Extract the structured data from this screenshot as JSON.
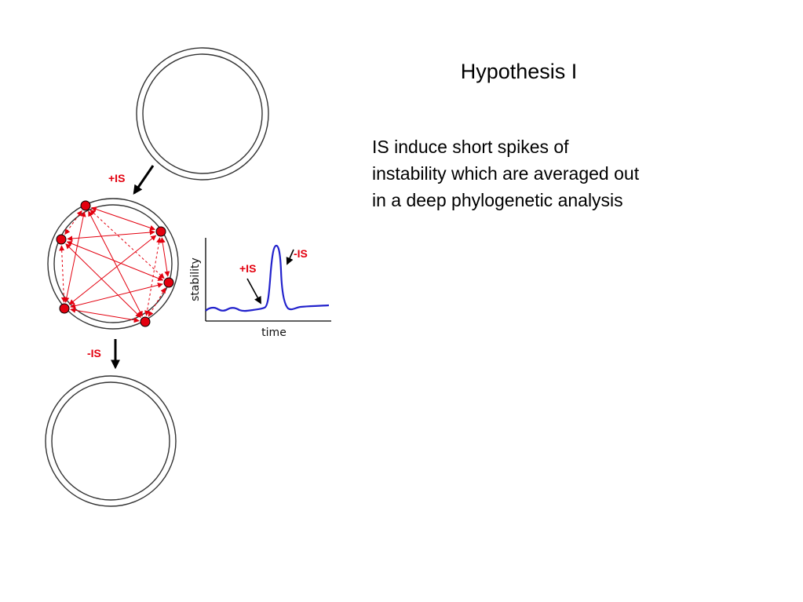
{
  "slide": {
    "title": "Hypothesis I",
    "body_lines": [
      "IS induce short spikes of",
      "instability which are averaged out",
      "in a deep phylogenetic analysis"
    ]
  },
  "diagram": {
    "arrow_labels": {
      "gain": "+IS",
      "loss": "-IS"
    },
    "plot": {
      "xlabel": "time",
      "ylabel": "stability",
      "annotations": {
        "gain": "+IS",
        "loss": "-IS"
      },
      "line_color": "#2222cc"
    },
    "colors": {
      "node": "#e3000f",
      "edge": "#e3000f",
      "ring": "#333333"
    }
  }
}
